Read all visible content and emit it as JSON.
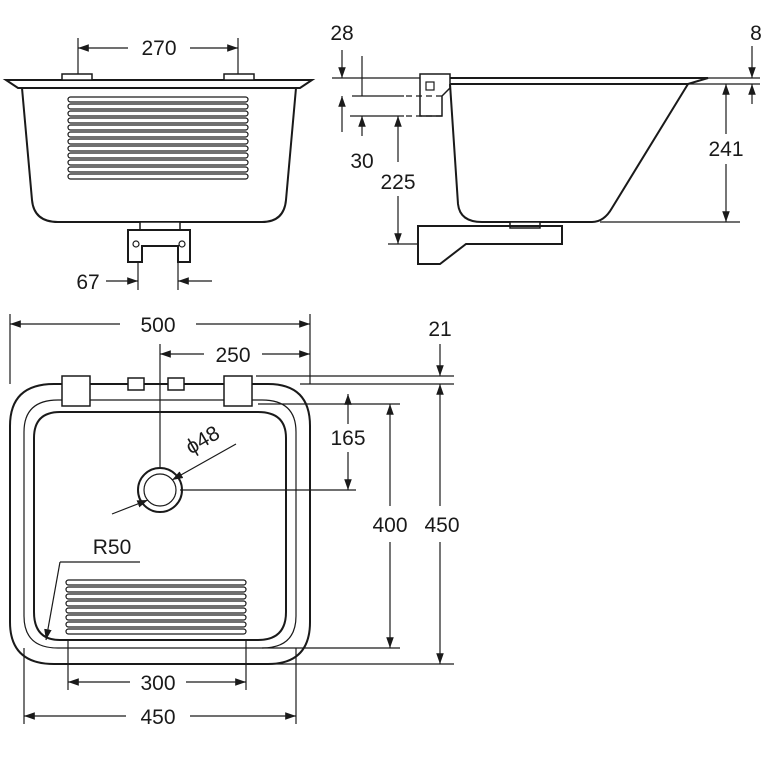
{
  "drawing": {
    "views": [
      "front-elevation",
      "side-section",
      "plan-view"
    ],
    "dimensions": {
      "front_top_width": "270",
      "front_leg_spacing": "67",
      "side_top": "28",
      "side_rim": "8",
      "side_flange": "30",
      "side_depth_outer": "241",
      "side_bracket": "225",
      "plan_overall_width": "500",
      "plan_drain_offset": "250",
      "plan_back_rim": "21",
      "plan_drain_depth": "165",
      "plan_drain_diameter": "ϕ48",
      "plan_inner_depth": "400",
      "plan_overall_depth": "450",
      "plan_corner_radius": "R50",
      "plan_ribs_width": "300",
      "plan_inner_width": "450"
    }
  }
}
